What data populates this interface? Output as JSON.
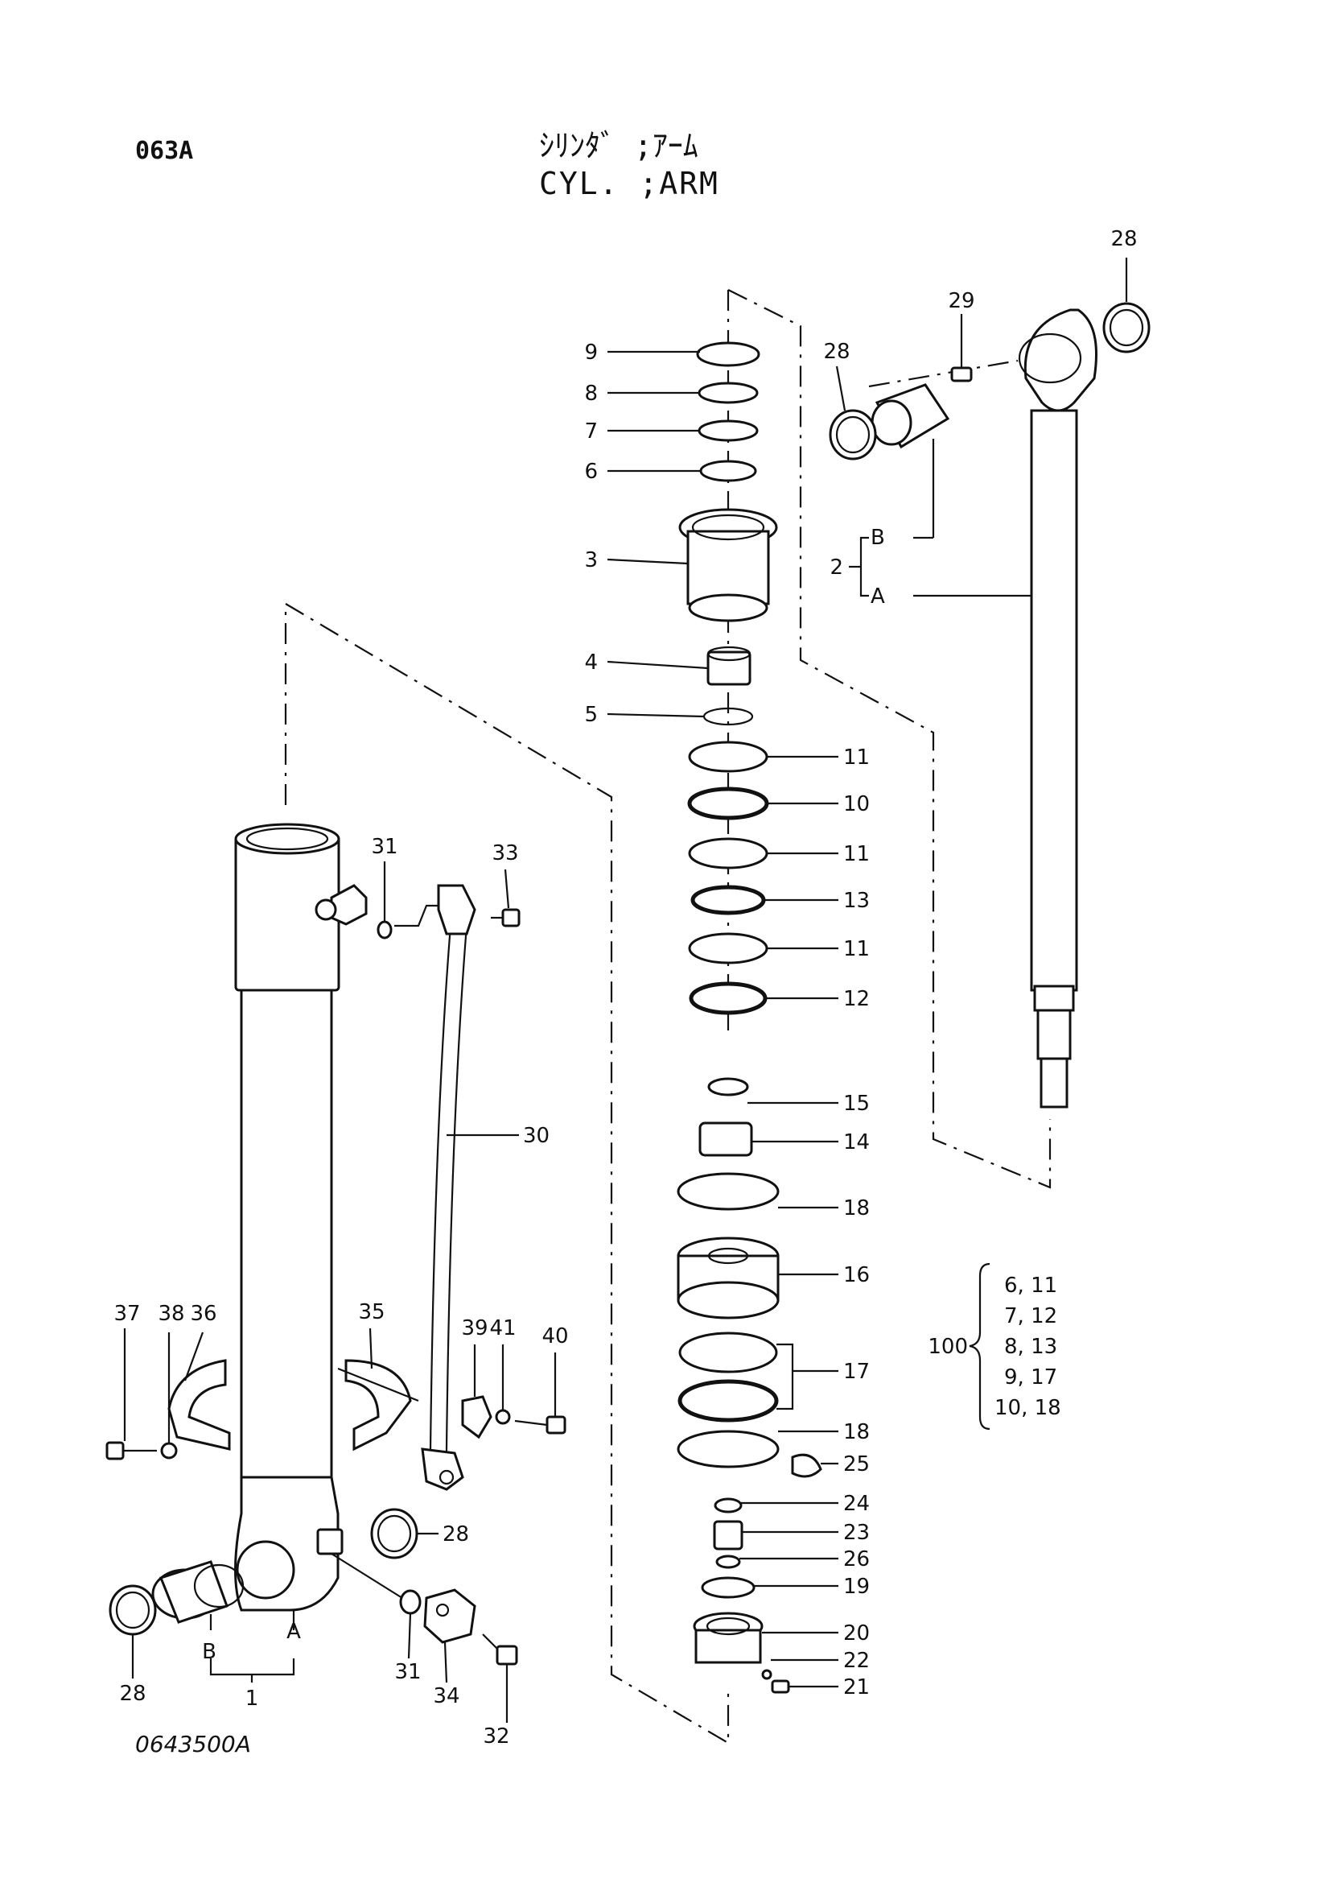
{
  "header": {
    "page_code": "063A",
    "title_jp": "ｼﾘﾝﾀﾞ ;ｱｰﾑ",
    "title_en": "CYL. ;ARM"
  },
  "figure_id": "0643500A",
  "callouts": {
    "c1": "1",
    "c2": "2",
    "c3": "3",
    "c4": "4",
    "c5": "5",
    "c6": "6",
    "c7": "7",
    "c8": "8",
    "c9": "9",
    "c10": "10",
    "c11": "11",
    "c12": "12",
    "c13": "13",
    "c14": "14",
    "c15": "15",
    "c16": "16",
    "c17": "17",
    "c18": "18",
    "c19": "19",
    "c20": "20",
    "c21": "21",
    "c22": "22",
    "c23": "23",
    "c24": "24",
    "c25": "25",
    "c26": "26",
    "c28": "28",
    "c29": "29",
    "c30": "30",
    "c31": "31",
    "c32": "32",
    "c33": "33",
    "c34": "34",
    "c35": "35",
    "c36": "36",
    "c37": "37",
    "c38": "38",
    "c39": "39",
    "c40": "40",
    "c41": "41",
    "sub_a": "A",
    "sub_b": "B"
  },
  "kit": {
    "number": "100",
    "entries": [
      "6, 11",
      "7, 12",
      "8, 13",
      "9, 17",
      "10, 18"
    ]
  }
}
